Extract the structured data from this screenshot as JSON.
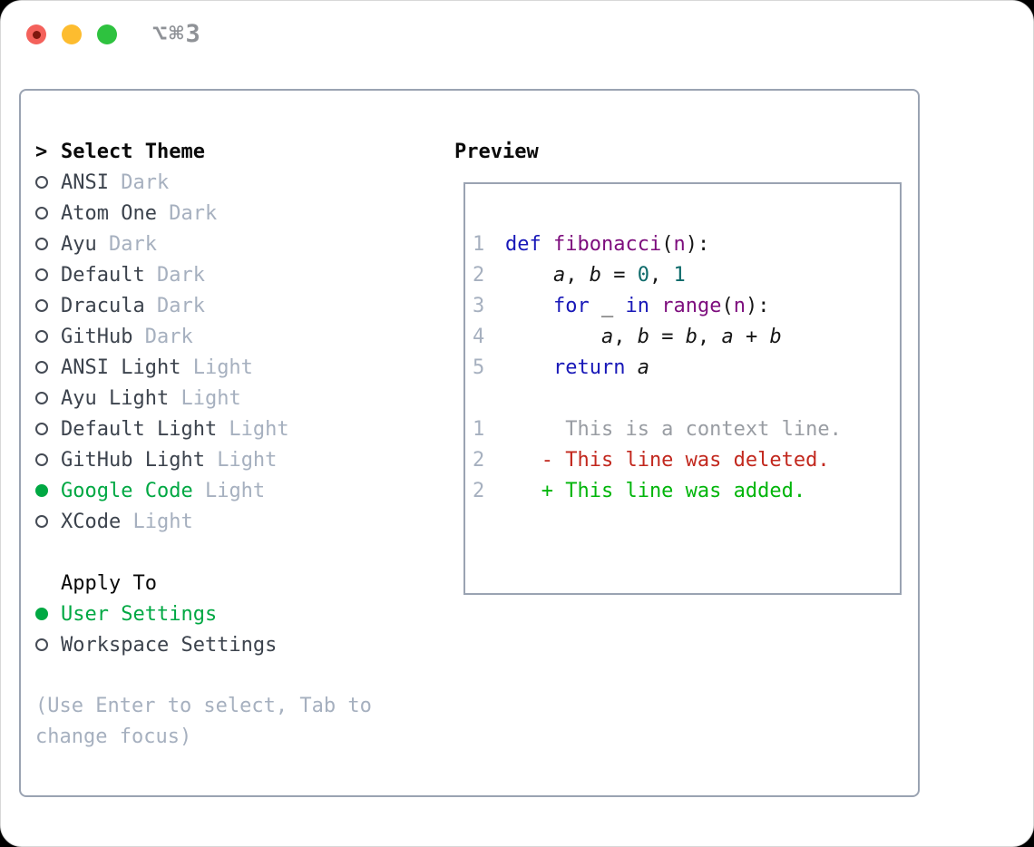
{
  "window": {
    "title": "⌥⌘3"
  },
  "titlebar": {
    "buttons": [
      "close",
      "minimize",
      "zoom"
    ]
  },
  "theme_selector": {
    "cursor": ">",
    "title": "Select Theme",
    "themes": [
      {
        "name": "ANSI",
        "variant": "Dark",
        "selected": false
      },
      {
        "name": "Atom One",
        "variant": "Dark",
        "selected": false
      },
      {
        "name": "Ayu",
        "variant": "Dark",
        "selected": false
      },
      {
        "name": "Default",
        "variant": "Dark",
        "selected": false
      },
      {
        "name": "Dracula",
        "variant": "Dark",
        "selected": false
      },
      {
        "name": "GitHub",
        "variant": "Dark",
        "selected": false
      },
      {
        "name": "ANSI Light",
        "variant": "Light",
        "selected": false
      },
      {
        "name": "Ayu Light",
        "variant": "Light",
        "selected": false
      },
      {
        "name": "Default Light",
        "variant": "Light",
        "selected": false
      },
      {
        "name": "GitHub Light",
        "variant": "Light",
        "selected": false
      },
      {
        "name": "Google Code",
        "variant": "Light",
        "selected": true
      },
      {
        "name": "XCode",
        "variant": "Light",
        "selected": false
      }
    ]
  },
  "apply_to": {
    "title": "Apply To",
    "options": [
      {
        "label": "User Settings",
        "selected": true
      },
      {
        "label": "Workspace Settings",
        "selected": false
      }
    ]
  },
  "help_text": "(Use Enter to select, Tab to change focus)",
  "preview": {
    "title": "Preview",
    "code_lines": [
      {
        "num": "1",
        "tokens": [
          {
            "t": "def",
            "c": "keyword"
          },
          {
            "t": " ",
            "c": "plain"
          },
          {
            "t": "fibonacci",
            "c": "function"
          },
          {
            "t": "(",
            "c": "plain"
          },
          {
            "t": "n",
            "c": "function"
          },
          {
            "t": "):",
            "c": "plain"
          }
        ]
      },
      {
        "num": "2",
        "tokens": [
          {
            "t": "    ",
            "c": "plain"
          },
          {
            "t": "a",
            "c": "variable"
          },
          {
            "t": ", ",
            "c": "plain"
          },
          {
            "t": "b",
            "c": "variable"
          },
          {
            "t": " = ",
            "c": "plain"
          },
          {
            "t": "0",
            "c": "number"
          },
          {
            "t": ", ",
            "c": "plain"
          },
          {
            "t": "1",
            "c": "number"
          }
        ]
      },
      {
        "num": "3",
        "tokens": [
          {
            "t": "    ",
            "c": "plain"
          },
          {
            "t": "for",
            "c": "keyword"
          },
          {
            "t": " _ ",
            "c": "plain"
          },
          {
            "t": "in",
            "c": "keyword"
          },
          {
            "t": " ",
            "c": "plain"
          },
          {
            "t": "range",
            "c": "function"
          },
          {
            "t": "(",
            "c": "plain"
          },
          {
            "t": "n",
            "c": "function"
          },
          {
            "t": "):",
            "c": "plain"
          }
        ]
      },
      {
        "num": "4",
        "tokens": [
          {
            "t": "        ",
            "c": "plain"
          },
          {
            "t": "a",
            "c": "variable"
          },
          {
            "t": ", ",
            "c": "plain"
          },
          {
            "t": "b",
            "c": "variable"
          },
          {
            "t": " = ",
            "c": "plain"
          },
          {
            "t": "b",
            "c": "variable"
          },
          {
            "t": ", ",
            "c": "plain"
          },
          {
            "t": "a",
            "c": "variable"
          },
          {
            "t": " + ",
            "c": "plain"
          },
          {
            "t": "b",
            "c": "variable"
          }
        ]
      },
      {
        "num": "5",
        "tokens": [
          {
            "t": "    ",
            "c": "plain"
          },
          {
            "t": "return",
            "c": "keyword"
          },
          {
            "t": " ",
            "c": "plain"
          },
          {
            "t": "a",
            "c": "variable"
          }
        ]
      }
    ],
    "diff_lines": [
      {
        "num": "1",
        "text": "     This is a context line.",
        "type": "context"
      },
      {
        "num": "2",
        "text": "   - This line was deleted.",
        "type": "deleted"
      },
      {
        "num": "2",
        "text": "   + This line was added.",
        "type": "added"
      }
    ]
  },
  "colors": {
    "keyword": "#1818b8",
    "function": "#7d0d7d",
    "number": "#0d6a6a",
    "plain": "#151515",
    "variable": "#151515",
    "gutter": "#a6b0bf",
    "context": "#999da3",
    "deleted": "#c2281e",
    "added": "#00b50a",
    "accent_green": "#00a843",
    "muted": "#a6b0bf",
    "list_text": "#3c434d",
    "heading": "#0a0a0a",
    "panel_border": "#9aa3b2",
    "window_border": "#d8d8d8",
    "title_gray": "#8f9297",
    "traffic_red": "#f4615b",
    "traffic_red_dot": "#7f170e",
    "traffic_yellow": "#fdbc2f",
    "traffic_green": "#2ec23f"
  }
}
